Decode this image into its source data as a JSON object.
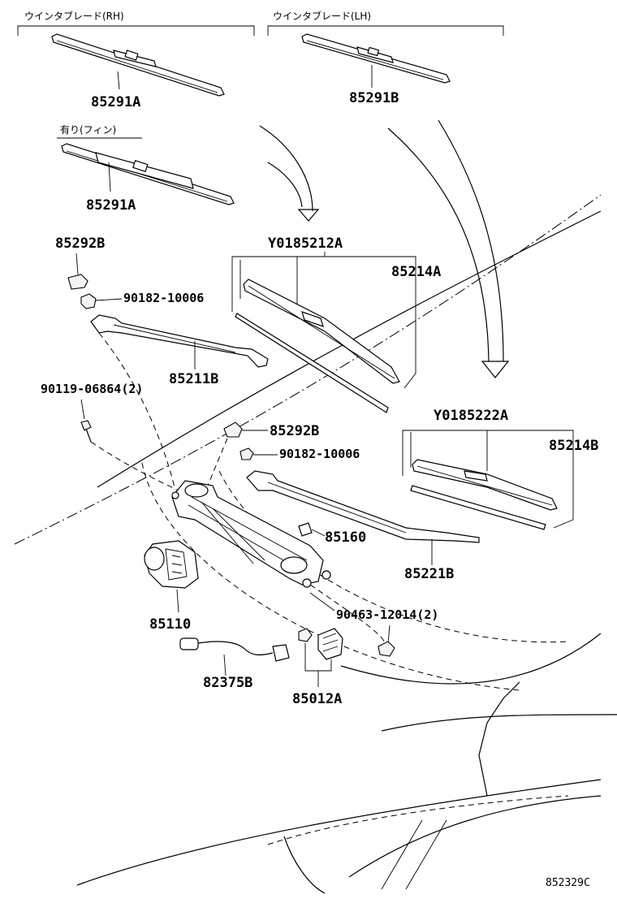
{
  "headers": {
    "rh": "ウインタブレード(RH)",
    "lh": "ウインタブレード(LH)",
    "fin": "有り(フィン)"
  },
  "parts": {
    "blade_rh": "85291A",
    "blade_lh": "85291B",
    "blade_fin": "85291A",
    "cap_upper": "85292B",
    "nut_upper": "90182-10006",
    "arm_front": "85211B",
    "bolt": "90119-06864(2)",
    "blade_assy_1": "Y0185212A",
    "rubber_1": "85214A",
    "cap_lower": "85292B",
    "nut_lower": "90182-10006",
    "blade_assy_2": "Y0185222A",
    "rubber_2": "85214B",
    "link": "85160",
    "arm_rear": "85221B",
    "clip": "90463-12014(2)",
    "motor": "85110",
    "wire": "82375B",
    "set": "85012A"
  },
  "illustration_code": "852329C"
}
